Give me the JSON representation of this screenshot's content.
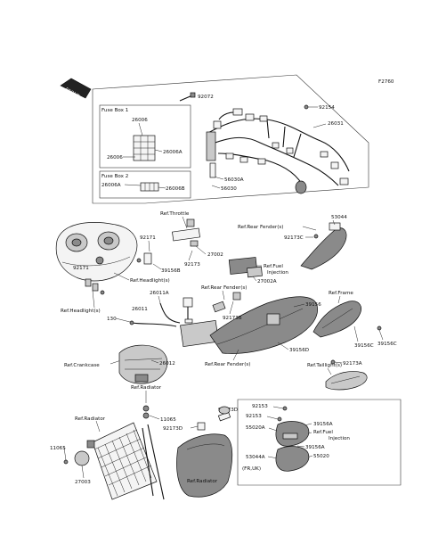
{
  "figure_code": "F2760",
  "front_label": "FRONT",
  "fuse_box_1": {
    "title": "Fuse Box 1",
    "parts": [
      "26006",
      "26006A",
      "26006"
    ]
  },
  "fuse_box_2": {
    "title": "Fuse Box 2",
    "parts": [
      "26006A",
      "26006B"
    ]
  },
  "harness_parts": [
    "92072",
    "92154",
    "26031",
    "56030A",
    "56030"
  ],
  "labels": {
    "ref_throttle": "Ref.Throttle",
    "ref_rear_fender_1": "Ref.Rear Fender(s)",
    "p53044": "53044",
    "p92173C": "92173C",
    "p92171a": "92171",
    "p27002": "27002",
    "ref_fuel_injection_1a": "Ref.Fuel",
    "ref_fuel_injection_1b": "Injection",
    "p39156B": "39156B",
    "p92173": "92173",
    "p27002A": "27002A",
    "ref_headlight_1": "Ref.Headlight(s)",
    "p92171b": "92171",
    "ref_rear_fender_2": "Ref.Rear Fender(s)",
    "ref_frame": "Ref.Frame",
    "ref_headlight_2": "Ref.Headlight(s)",
    "p26011A": "26011A",
    "p39156": "39156",
    "p130": "130",
    "p26011": "26011",
    "p92173B": "92173B",
    "p39156D": "39156D",
    "p39156C": "39156C",
    "p39156C2": "39156C",
    "ref_crankcase": "Ref.Crankcase",
    "p26012": "26012",
    "ref_rear_fender_3": "Ref.Rear Fender(s)",
    "ref_taillight": "Ref.Taillight(s)",
    "p92173A": "92173A",
    "ref_radiator_1": "Ref.Radiator",
    "p11065a": "11065",
    "p92173Da": "92173D",
    "p92173Db": "92173D",
    "ref_radiator_2": "Ref.Radiator",
    "p11065b": "11065",
    "p27003": "27003",
    "ref_radiator_3": "Ref.Radiator",
    "p92153a": "92153",
    "p92153b": "92153",
    "p39156A": "39156A",
    "p55020A": "55020A",
    "ref_fuel_injection_2a": "Ref.Fuel",
    "ref_fuel_injection_2b": "Injection",
    "p39156A2": "39156A",
    "p53044A": "53044A",
    "p55020": "55020",
    "fr_uk": "(FR,UK)"
  }
}
